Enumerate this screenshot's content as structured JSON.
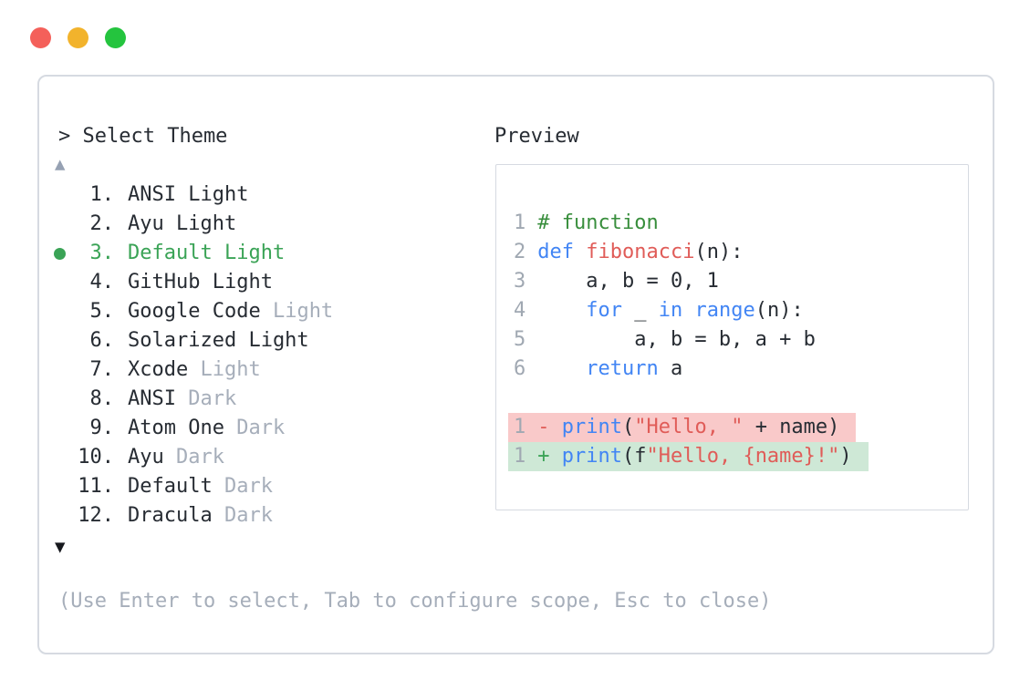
{
  "window": {
    "controls": [
      "close",
      "minimize",
      "maximize"
    ]
  },
  "colors": {
    "accent-green": "#3aa356",
    "comment-green": "#388e3c",
    "keyword-blue": "#4285f4",
    "string-red": "#e05c58",
    "text-dark": "#272c33",
    "muted-gray": "#a6aeba",
    "line-number-gray": "#a0a8b2",
    "diff-removed-bg": "#f9c9c9",
    "diff-added-bg": "#cee8d6",
    "border-gray": "#d6dae1",
    "traffic-red": "#f4605a",
    "traffic-yellow": "#f2b32c",
    "traffic-green": "#24c43e",
    "arrow-gray": "#96a1b3"
  },
  "selector": {
    "prompt": "> Select Theme",
    "scroll_up_icon": "▲",
    "scroll_down_icon": "▼",
    "items": [
      {
        "num": "1.",
        "selected": false,
        "parts": [
          {
            "s": "ANSI Light",
            "muted": false
          }
        ]
      },
      {
        "num": "2.",
        "selected": false,
        "parts": [
          {
            "s": "Ayu Light",
            "muted": false
          }
        ]
      },
      {
        "num": "3.",
        "selected": true,
        "parts": [
          {
            "s": "Default Light",
            "muted": false
          }
        ]
      },
      {
        "num": "4.",
        "selected": false,
        "parts": [
          {
            "s": "GitHub Light",
            "muted": false
          }
        ]
      },
      {
        "num": "5.",
        "selected": false,
        "parts": [
          {
            "s": "Google Code ",
            "muted": false
          },
          {
            "s": "Light",
            "muted": true
          }
        ]
      },
      {
        "num": "6.",
        "selected": false,
        "parts": [
          {
            "s": "Solarized Light",
            "muted": false
          }
        ]
      },
      {
        "num": "7.",
        "selected": false,
        "parts": [
          {
            "s": "Xcode ",
            "muted": false
          },
          {
            "s": "Light",
            "muted": true
          }
        ]
      },
      {
        "num": "8.",
        "selected": false,
        "parts": [
          {
            "s": "ANSI ",
            "muted": false
          },
          {
            "s": "Dark",
            "muted": true
          }
        ]
      },
      {
        "num": "9.",
        "selected": false,
        "parts": [
          {
            "s": "Atom One ",
            "muted": false
          },
          {
            "s": "Dark",
            "muted": true
          }
        ]
      },
      {
        "num": "10.",
        "selected": false,
        "parts": [
          {
            "s": "Ayu ",
            "muted": false
          },
          {
            "s": "Dark",
            "muted": true
          }
        ]
      },
      {
        "num": "11.",
        "selected": false,
        "parts": [
          {
            "s": "Default ",
            "muted": false
          },
          {
            "s": "Dark",
            "muted": true
          }
        ]
      },
      {
        "num": "12.",
        "selected": false,
        "parts": [
          {
            "s": "Dracula ",
            "muted": false
          },
          {
            "s": "Dark",
            "muted": true
          }
        ]
      }
    ],
    "hint": "(Use Enter to select, Tab to configure scope, Esc to close)"
  },
  "preview": {
    "title": "Preview",
    "lines": [
      {
        "ln": "1",
        "tokens": [
          {
            "c": "comment",
            "s": "# function"
          }
        ]
      },
      {
        "ln": "2",
        "tokens": [
          {
            "c": "kw",
            "s": "def"
          },
          {
            "c": "plain",
            "s": " "
          },
          {
            "c": "fn",
            "s": "fibonacci"
          },
          {
            "c": "plain",
            "s": "(n):"
          }
        ]
      },
      {
        "ln": "3",
        "tokens": [
          {
            "c": "plain",
            "s": "    a, b = 0, 1"
          }
        ]
      },
      {
        "ln": "4",
        "tokens": [
          {
            "c": "plain",
            "s": "    "
          },
          {
            "c": "kw",
            "s": "for"
          },
          {
            "c": "plain",
            "s": " _ "
          },
          {
            "c": "kw",
            "s": "in"
          },
          {
            "c": "plain",
            "s": " "
          },
          {
            "c": "kw",
            "s": "range"
          },
          {
            "c": "plain",
            "s": "(n):"
          }
        ]
      },
      {
        "ln": "5",
        "tokens": [
          {
            "c": "plain",
            "s": "        a, b = b, a + b"
          }
        ]
      },
      {
        "ln": "6",
        "tokens": [
          {
            "c": "plain",
            "s": "    "
          },
          {
            "c": "kw",
            "s": "return"
          },
          {
            "c": "plain",
            "s": " a"
          }
        ]
      },
      {
        "blank": true
      },
      {
        "ln": "1",
        "bg": "removed",
        "tokens": [
          {
            "c": "diff-minus",
            "s": "- "
          },
          {
            "c": "kw",
            "s": "print"
          },
          {
            "c": "plain",
            "s": "("
          },
          {
            "c": "str",
            "s": "\"Hello, \""
          },
          {
            "c": "plain",
            "s": " + name)"
          }
        ]
      },
      {
        "ln": "1",
        "bg": "added",
        "tokens": [
          {
            "c": "diff-plus",
            "s": "+ "
          },
          {
            "c": "kw",
            "s": "print"
          },
          {
            "c": "plain",
            "s": "(f"
          },
          {
            "c": "str",
            "s": "\"Hello, {name}!\""
          },
          {
            "c": "plain",
            "s": ")"
          }
        ]
      }
    ]
  }
}
